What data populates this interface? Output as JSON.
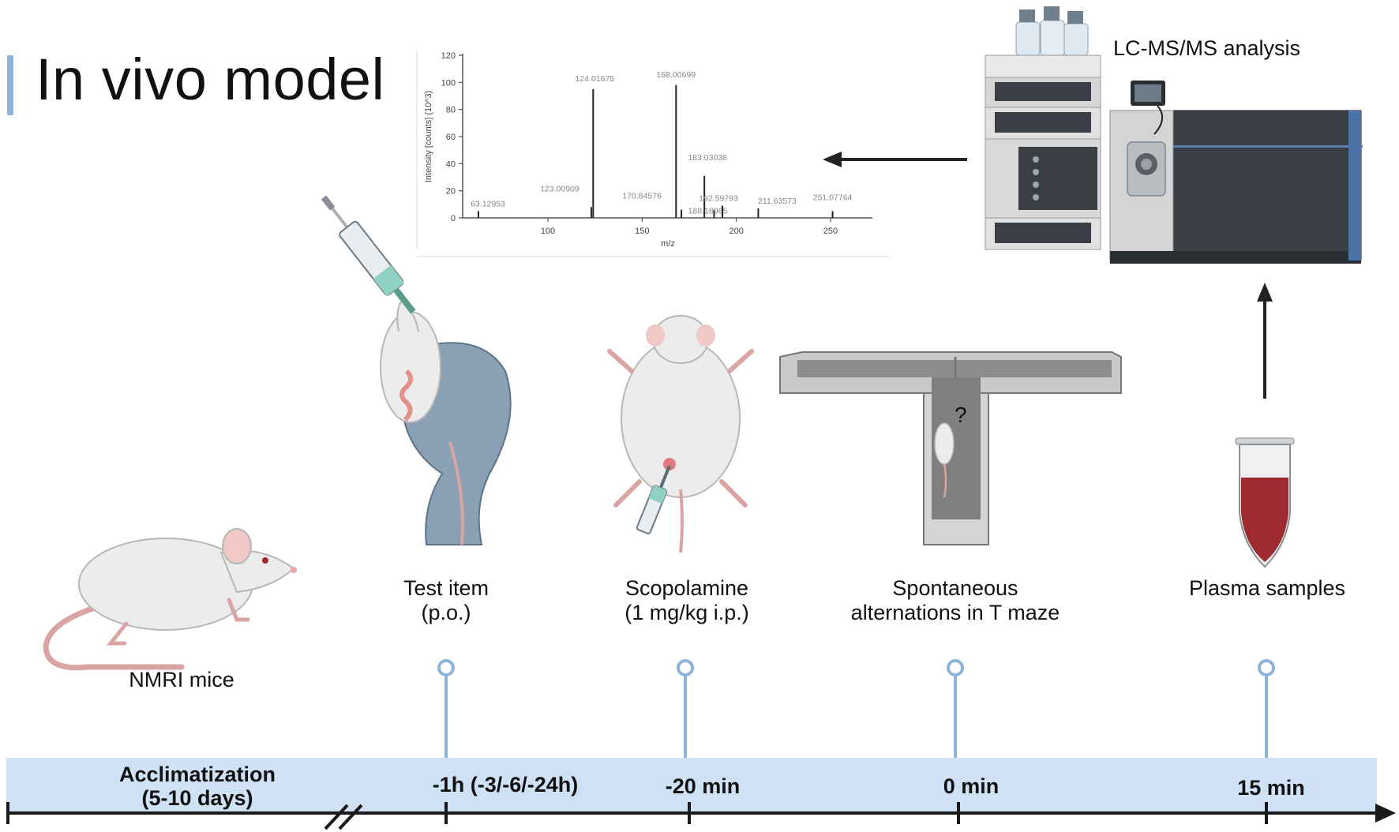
{
  "title": "In vivo model",
  "lcms_label": "LC-MS/MS analysis",
  "spectrum": {
    "ylabel": "Intensity [counts] (10^3)",
    "xlabel": "m/z",
    "y_ticks": [
      "0",
      "20",
      "40",
      "60",
      "80",
      "100",
      "120"
    ],
    "x_ticks": [
      "100",
      "150",
      "200",
      "250"
    ],
    "peaks": [
      {
        "mz": 63.12953,
        "intensity": 5,
        "label": "63.12953"
      },
      {
        "mz": 123.00909,
        "intensity": 8,
        "label": "123.00909"
      },
      {
        "mz": 124.01675,
        "intensity": 95,
        "label": "124.01675"
      },
      {
        "mz": 168.00699,
        "intensity": 98,
        "label": "168.00699"
      },
      {
        "mz": 170.84576,
        "intensity": 6,
        "label": "170.84576"
      },
      {
        "mz": 183.03038,
        "intensity": 31,
        "label": "183.03038"
      },
      {
        "mz": 188.18965,
        "intensity": 6,
        "label": "188.18965"
      },
      {
        "mz": 192.59793,
        "intensity": 9,
        "label": "192.59793"
      },
      {
        "mz": 211.63573,
        "intensity": 7,
        "label": "211.63573"
      },
      {
        "mz": 251.07764,
        "intensity": 5,
        "label": "251.07764"
      }
    ]
  },
  "steps": {
    "mice": "NMRI mice",
    "test_item": [
      "Test item",
      "(p.o.)"
    ],
    "scopolamine": [
      "Scopolamine",
      "(1 mg/kg i.p.)"
    ],
    "tmaze": [
      "Spontaneous",
      "alternations in T maze"
    ],
    "tmaze_question": "?",
    "plasma": "Plasma samples"
  },
  "timeline": {
    "acclimatization": [
      "Acclimatization",
      "(5-10 days)"
    ],
    "t1": "-1h (-3/-6/-24h)",
    "t2": "-20 min",
    "t3": "0 min",
    "t4": "15 min"
  },
  "colors": {
    "timeline_band": "#cfe2f5",
    "pin": "#8db4d9",
    "title_bar": "#8db4d9",
    "blood": "#9c2a2e"
  }
}
